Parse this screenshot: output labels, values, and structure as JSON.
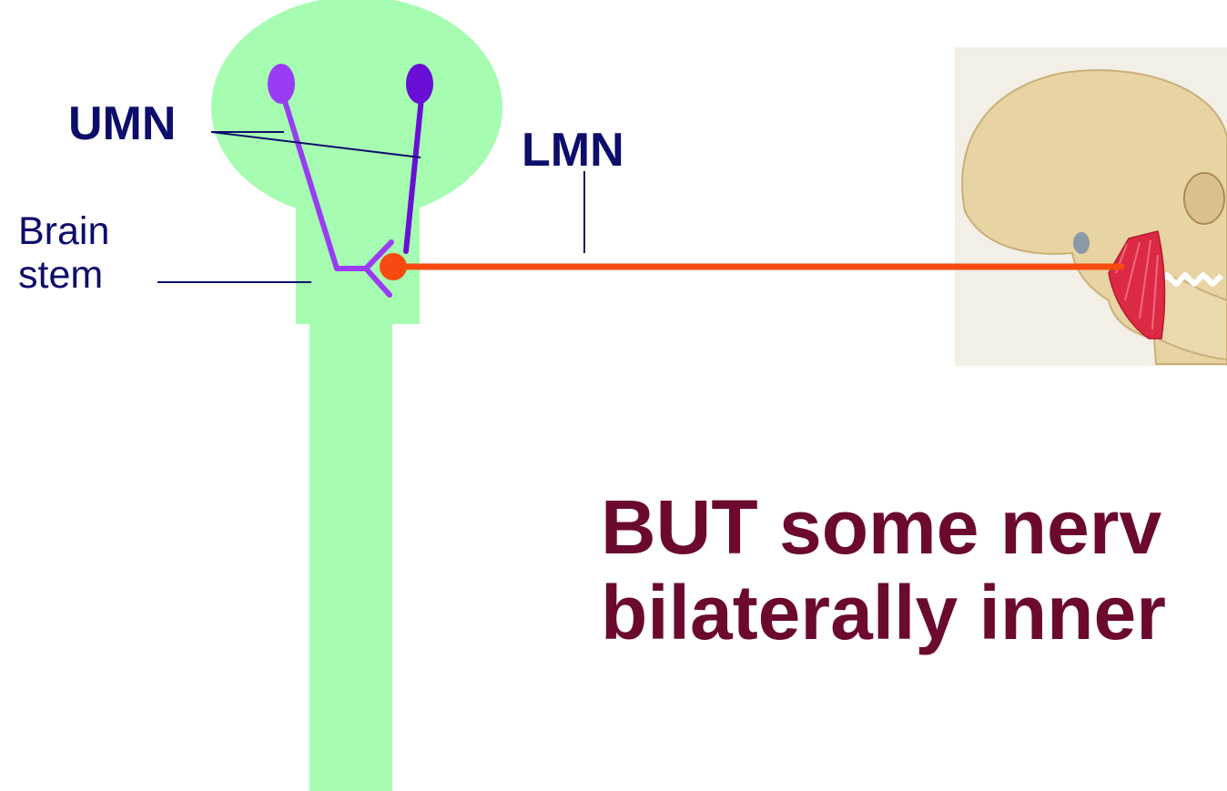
{
  "labels": {
    "umn": "UMN",
    "lmn": "LMN",
    "brain_stem_line1": "Brain",
    "brain_stem_line2": "stem"
  },
  "headline": {
    "line1": "BUT some nerv",
    "line2": "bilaterally inner"
  },
  "colors": {
    "brain_fill": "#a6fcb0",
    "umn_left": "#9a3cf5",
    "umn_right": "#6a0fd6",
    "lmn": "#f64a10",
    "label_text": "#0d0d6b",
    "headline_text": "#6b0a2e",
    "skull_bone": "#e8d3a2",
    "masseter": "#dd2a44"
  }
}
